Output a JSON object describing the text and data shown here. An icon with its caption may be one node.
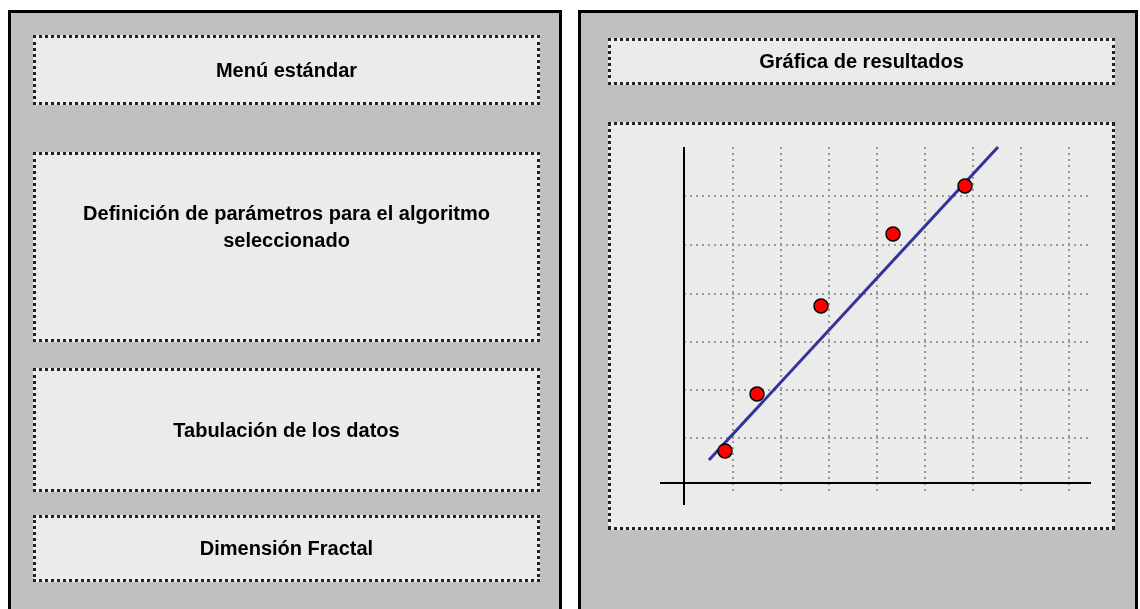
{
  "diagram": {
    "nodes": [
      {
        "text": [],
        "shape": "box"
      },
      {
        "text": [
          "Menú estándar"
        ],
        "in": 0
      },
      {
        "text": [
          "Definición de parámetros para el algoritmo seleccionado"
        ],
        "in": 0
      },
      {
        "text": [
          "Tabulación de los datos"
        ],
        "in": 0
      },
      {
        "text": [
          "Dimensión Fractal"
        ],
        "in": 0
      },
      {
        "text": [],
        "shape": "box"
      },
      {
        "text": [
          "Gráfica de resultados"
        ],
        "in": 5
      },
      {
        "text": [],
        "shape": "picture",
        "in": 5
      }
    ]
  }
}
